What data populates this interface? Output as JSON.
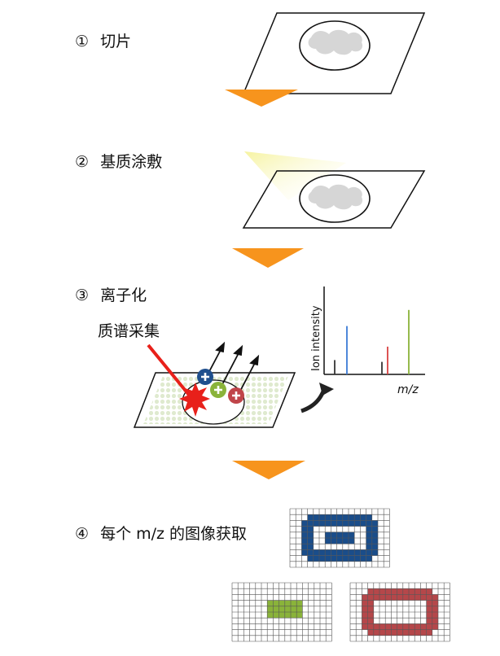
{
  "steps": [
    {
      "number": "①",
      "label": "切片"
    },
    {
      "number": "②",
      "label": "基质涂敷"
    },
    {
      "number": "③",
      "label": "离子化",
      "sublabel": "质谱采集"
    },
    {
      "number": "④",
      "label": "每个 m/z 的图像获取"
    }
  ],
  "spectrum": {
    "ylabel": "Ion intensity",
    "xlabel": "m/z",
    "peaks": [
      {
        "color": "#333333",
        "intensity": 0.16
      },
      {
        "color": "#3b7bd6",
        "intensity": 0.54
      },
      {
        "color": "#333333",
        "intensity": 0.14
      },
      {
        "color": "#d94040",
        "intensity": 0.31
      },
      {
        "color": "#8ab33a",
        "intensity": 0.72
      }
    ]
  },
  "colors": {
    "arrow": "#f7941d",
    "tissue_red": "#e8201a",
    "tissue_gray": "#d6d6d6",
    "matrix": "#f4f2a0",
    "ion_blue": "#1f4f8e",
    "ion_green": "#8ab33a",
    "ion_red": "#c0454a",
    "image_blue": "#1a4d8a",
    "image_green": "#8ab33a",
    "image_red": "#b5474a"
  },
  "ion_image_icons": [
    "plus-icon",
    "plus-icon",
    "plus-icon"
  ]
}
